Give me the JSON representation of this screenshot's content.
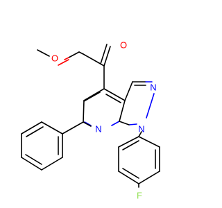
{
  "molecule": {
    "atom_labels": {
      "o_carbonyl": "O",
      "o_ester": "O",
      "n_pyrazole": "N",
      "n1": "N",
      "n_pyridine": "N",
      "f": "F"
    },
    "colors": {
      "bond": "#000000",
      "oxygen": "#ff0000",
      "nitrogen": "#0000ff",
      "fluorine": "#90e050"
    }
  }
}
